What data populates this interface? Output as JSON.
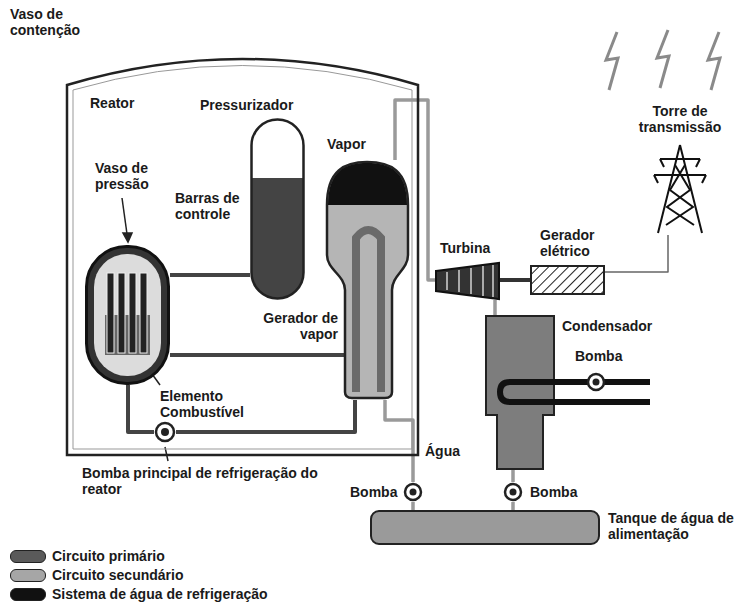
{
  "diagram": {
    "nodes": [
      {
        "text": [
          "Vaso de contenção",
          "Reator"
        ]
      },
      {
        "text": [
          "Vaso de pressão"
        ],
        "in": 0
      },
      {
        "text": [
          "Pressurizador"
        ],
        "in": 0
      },
      {
        "text": [
          "Vapor",
          "Gerador de vapor"
        ],
        "in": 0
      },
      {
        "text": [
          "Bomba principal de refrigeração do reator"
        ]
      },
      {
        "text": [
          "Turbina"
        ]
      },
      {
        "text": [
          "Gerador elétrico"
        ]
      },
      {
        "text": [
          "Torre de transmissão"
        ]
      },
      {
        "text": [
          "Condensador"
        ]
      },
      {
        "text": [
          "Bomba"
        ]
      },
      {
        "text": [
          "Bomba"
        ]
      },
      {
        "text": [
          "Bomba"
        ]
      },
      {
        "text": [
          "Tanque de água de alimentação"
        ]
      }
    ],
    "edges": [
      {
        "from": 1,
        "to": 2,
        "arrow": "none"
      },
      {
        "from": 1,
        "to": 3,
        "arrow": "none"
      },
      {
        "from": 3,
        "to": 4,
        "arrow": "none"
      },
      {
        "from": 4,
        "to": 1,
        "arrow": "none"
      },
      {
        "from": 3,
        "to": 5,
        "arrow": "none"
      },
      {
        "from": 5,
        "to": 6,
        "arrow": "none"
      },
      {
        "from": 6,
        "to": 7,
        "arrow": "none"
      },
      {
        "from": 5,
        "to": 8,
        "arrow": "none"
      },
      {
        "from": 8,
        "to": 11,
        "arrow": "none"
      },
      {
        "from": 11,
        "to": 12,
        "arrow": "none"
      },
      {
        "from": 12,
        "to": 10,
        "arrow": "none"
      },
      {
        "from": 10,
        "to": 3,
        "arrow": "none"
      }
    ],
    "labels": [
      "Barras de controle",
      "Elemento Combustível",
      "Água"
    ],
    "legend": [
      {
        "text": "Circuito primário",
        "color": "#5a5a5a"
      },
      {
        "text": "Circuito secundário",
        "color": "#a6a6a6"
      },
      {
        "text": "Sistema de água de refrigeração",
        "color": "#111111"
      }
    ]
  }
}
